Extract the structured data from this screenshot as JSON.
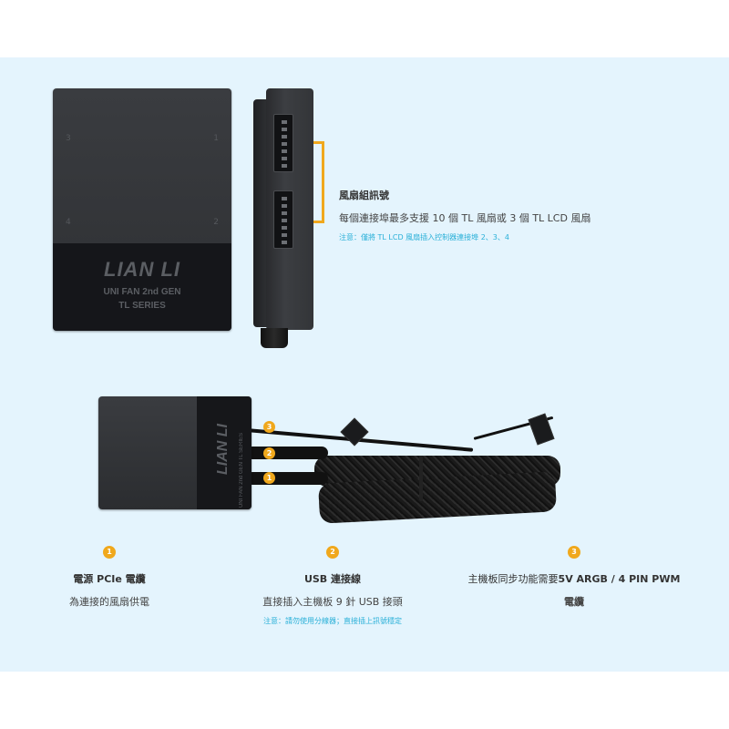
{
  "controller": {
    "brand": "LIAN LI",
    "model": "UNI FAN 2nd GEN",
    "series": "TL SERIES",
    "port_numbers": [
      "3",
      "1",
      "4",
      "2"
    ]
  },
  "fan_signal": {
    "title": "風扇組訊號",
    "description": "每個連接埠最多支援 10 個 TL 風扇或 3 個 TL LCD 風扇",
    "note": "注意：僅將 TL LCD 風扇插入控制器連接埠 2、3、4"
  },
  "device_labels": {
    "brand": "LIAN LI",
    "sub": "UNI FAN 2nd GEN TL SERIES"
  },
  "badges": [
    "1",
    "2",
    "3"
  ],
  "features": [
    {
      "badge": "1",
      "title": "電源 PCIe 電纜",
      "description": "為連接的風扇供電"
    },
    {
      "badge": "2",
      "title": "USB 連接線",
      "description": "直接插入主機板 9 針 USB 接頭",
      "note": "注意：請勿使用分線器；直接插上訊號穩定"
    },
    {
      "badge": "3",
      "title_prefix": "主機板同步功能需要",
      "title": "5V ARGB / 4 PIN PWM",
      "title_suffix": "電纜"
    }
  ],
  "colors": {
    "panel_bg": "#e4f4fd",
    "accent": "#f0a81c",
    "note": "#2ab0d8"
  }
}
